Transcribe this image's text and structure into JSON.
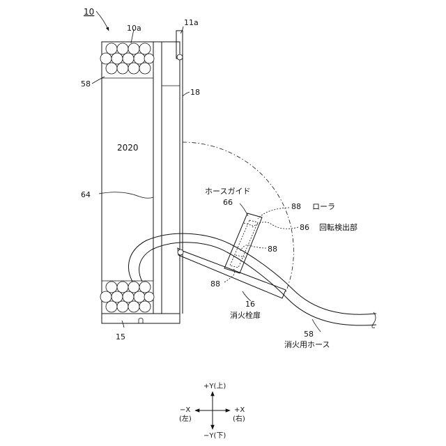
{
  "figure": {
    "ref_10": "10",
    "ref_10a": "10a",
    "ref_11a": "11a",
    "ref_18": "18",
    "ref_58_top": "58",
    "ref_2020": "2020",
    "ref_64": "64",
    "ref_15": "15",
    "hose_guide_text": "ホースガイド",
    "ref_66": "66",
    "ref_88_roller": "88",
    "roller_text": "ローラ",
    "ref_86": "86",
    "rotation_detector_text": "回転検出部",
    "ref_88_mid": "88",
    "ref_88_low": "88",
    "ref_16": "16",
    "hydrant_door_text": "消火栓扉",
    "ref_58_hose": "58",
    "fire_hose_text": "消火用ホース"
  },
  "axes": {
    "plus_y": "+Y(上)",
    "minus_y": "−Y(下)",
    "minus_x": "−X",
    "minus_x_sub": "(左)",
    "plus_x": "+X",
    "plus_x_sub": "(右)"
  }
}
